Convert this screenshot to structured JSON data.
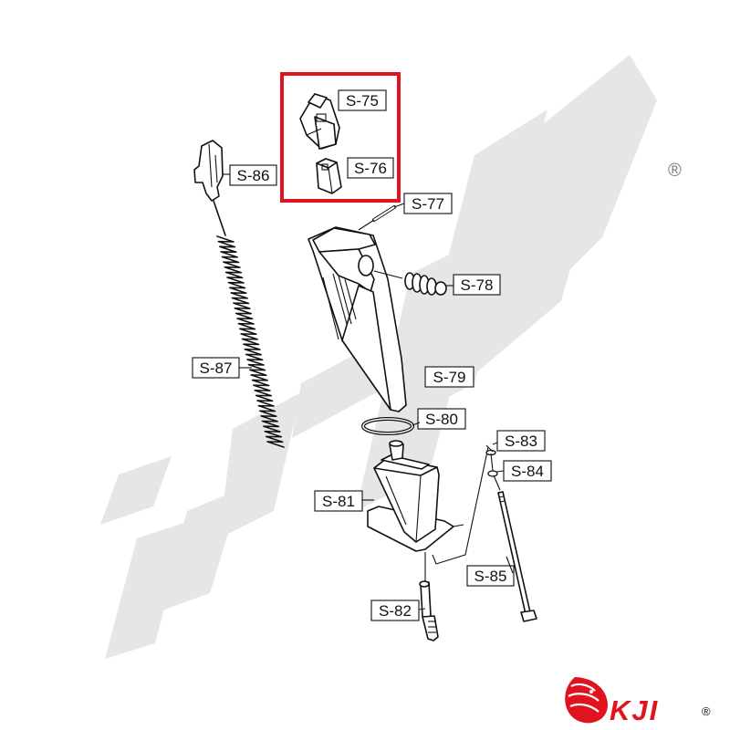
{
  "parts": [
    {
      "id": "S-75",
      "label": "S-75"
    },
    {
      "id": "S-76",
      "label": "S-76"
    },
    {
      "id": "S-77",
      "label": "S-77"
    },
    {
      "id": "S-78",
      "label": "S-78"
    },
    {
      "id": "S-79",
      "label": "S-79"
    },
    {
      "id": "S-80",
      "label": "S-80"
    },
    {
      "id": "S-81",
      "label": "S-81"
    },
    {
      "id": "S-82",
      "label": "S-82"
    },
    {
      "id": "S-83",
      "label": "S-83"
    },
    {
      "id": "S-84",
      "label": "S-84"
    },
    {
      "id": "S-85",
      "label": "S-85"
    },
    {
      "id": "S-86",
      "label": "S-86"
    },
    {
      "id": "S-87",
      "label": "S-87"
    }
  ],
  "highlight": {
    "parts": [
      "S-75",
      "S-76"
    ],
    "color": "#e0141e"
  },
  "watermark": {
    "text": "KJI",
    "registered_mark": "®",
    "color": "#e6e6e6"
  },
  "logo": {
    "text": "KJI",
    "registered_mark": "®",
    "color": "#e0141e"
  }
}
